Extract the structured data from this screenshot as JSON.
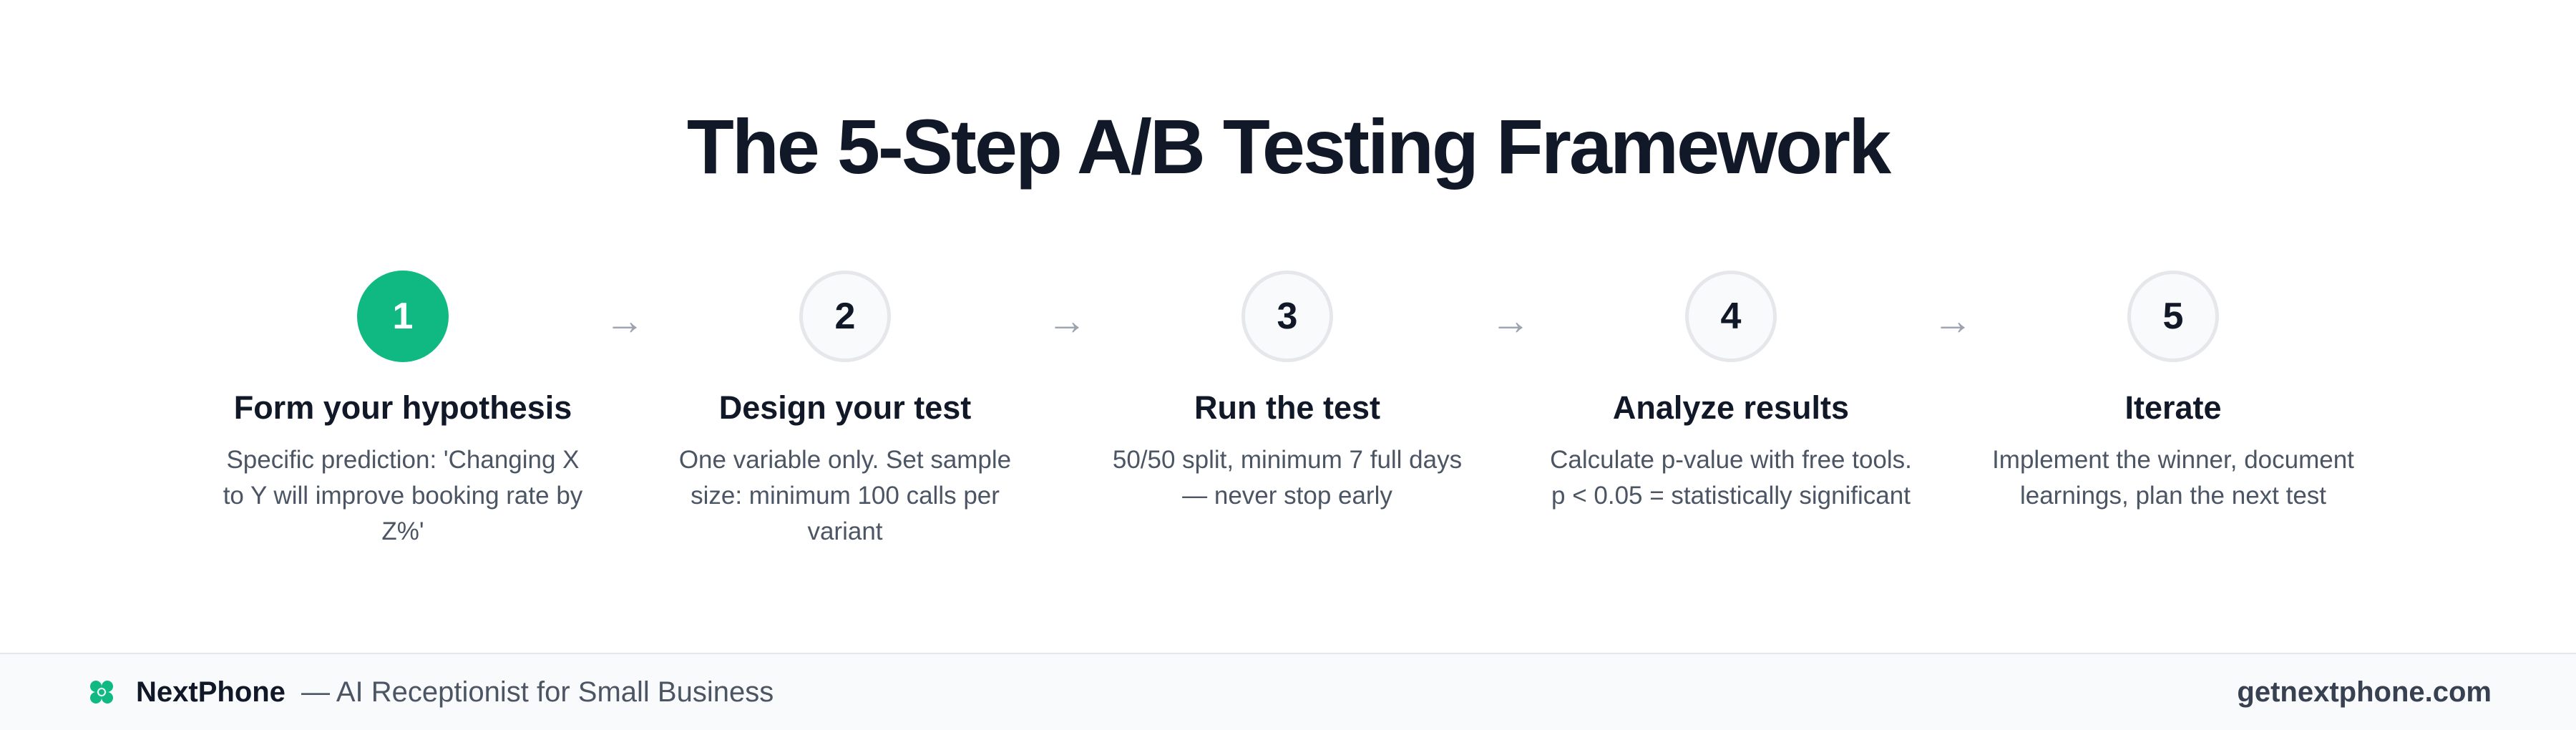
{
  "title": "The 5-Step A/B Testing Framework",
  "arrow_glyph": "→",
  "steps": [
    {
      "number": "1",
      "title": "Form your hypothesis",
      "description": "Specific prediction: 'Changing X to Y will improve booking rate by Z%'",
      "active": true
    },
    {
      "number": "2",
      "title": "Design your test",
      "description": "One variable only. Set sample size: minimum 100 calls per variant",
      "active": false
    },
    {
      "number": "3",
      "title": "Run the test",
      "description": "50/50 split, minimum 7 full days — never stop early",
      "active": false
    },
    {
      "number": "4",
      "title": "Analyze results",
      "description": "Calculate p-value with free tools. p < 0.05 = statistically significant",
      "active": false
    },
    {
      "number": "5",
      "title": "Iterate",
      "description": "Implement the winner, document learnings, plan the next test",
      "active": false
    }
  ],
  "footer": {
    "logo_icon": "clover-logo-icon",
    "brand_name": "NextPhone",
    "tagline": "— AI Receptionist for Small Business",
    "website": "getnextphone.com"
  },
  "colors": {
    "accent": "#10b981",
    "heading": "#111827",
    "body_text": "#4b5563",
    "circle_border": "#e5e7eb",
    "arrow": "#9ca3af",
    "footer_bg": "#f9fafb"
  }
}
